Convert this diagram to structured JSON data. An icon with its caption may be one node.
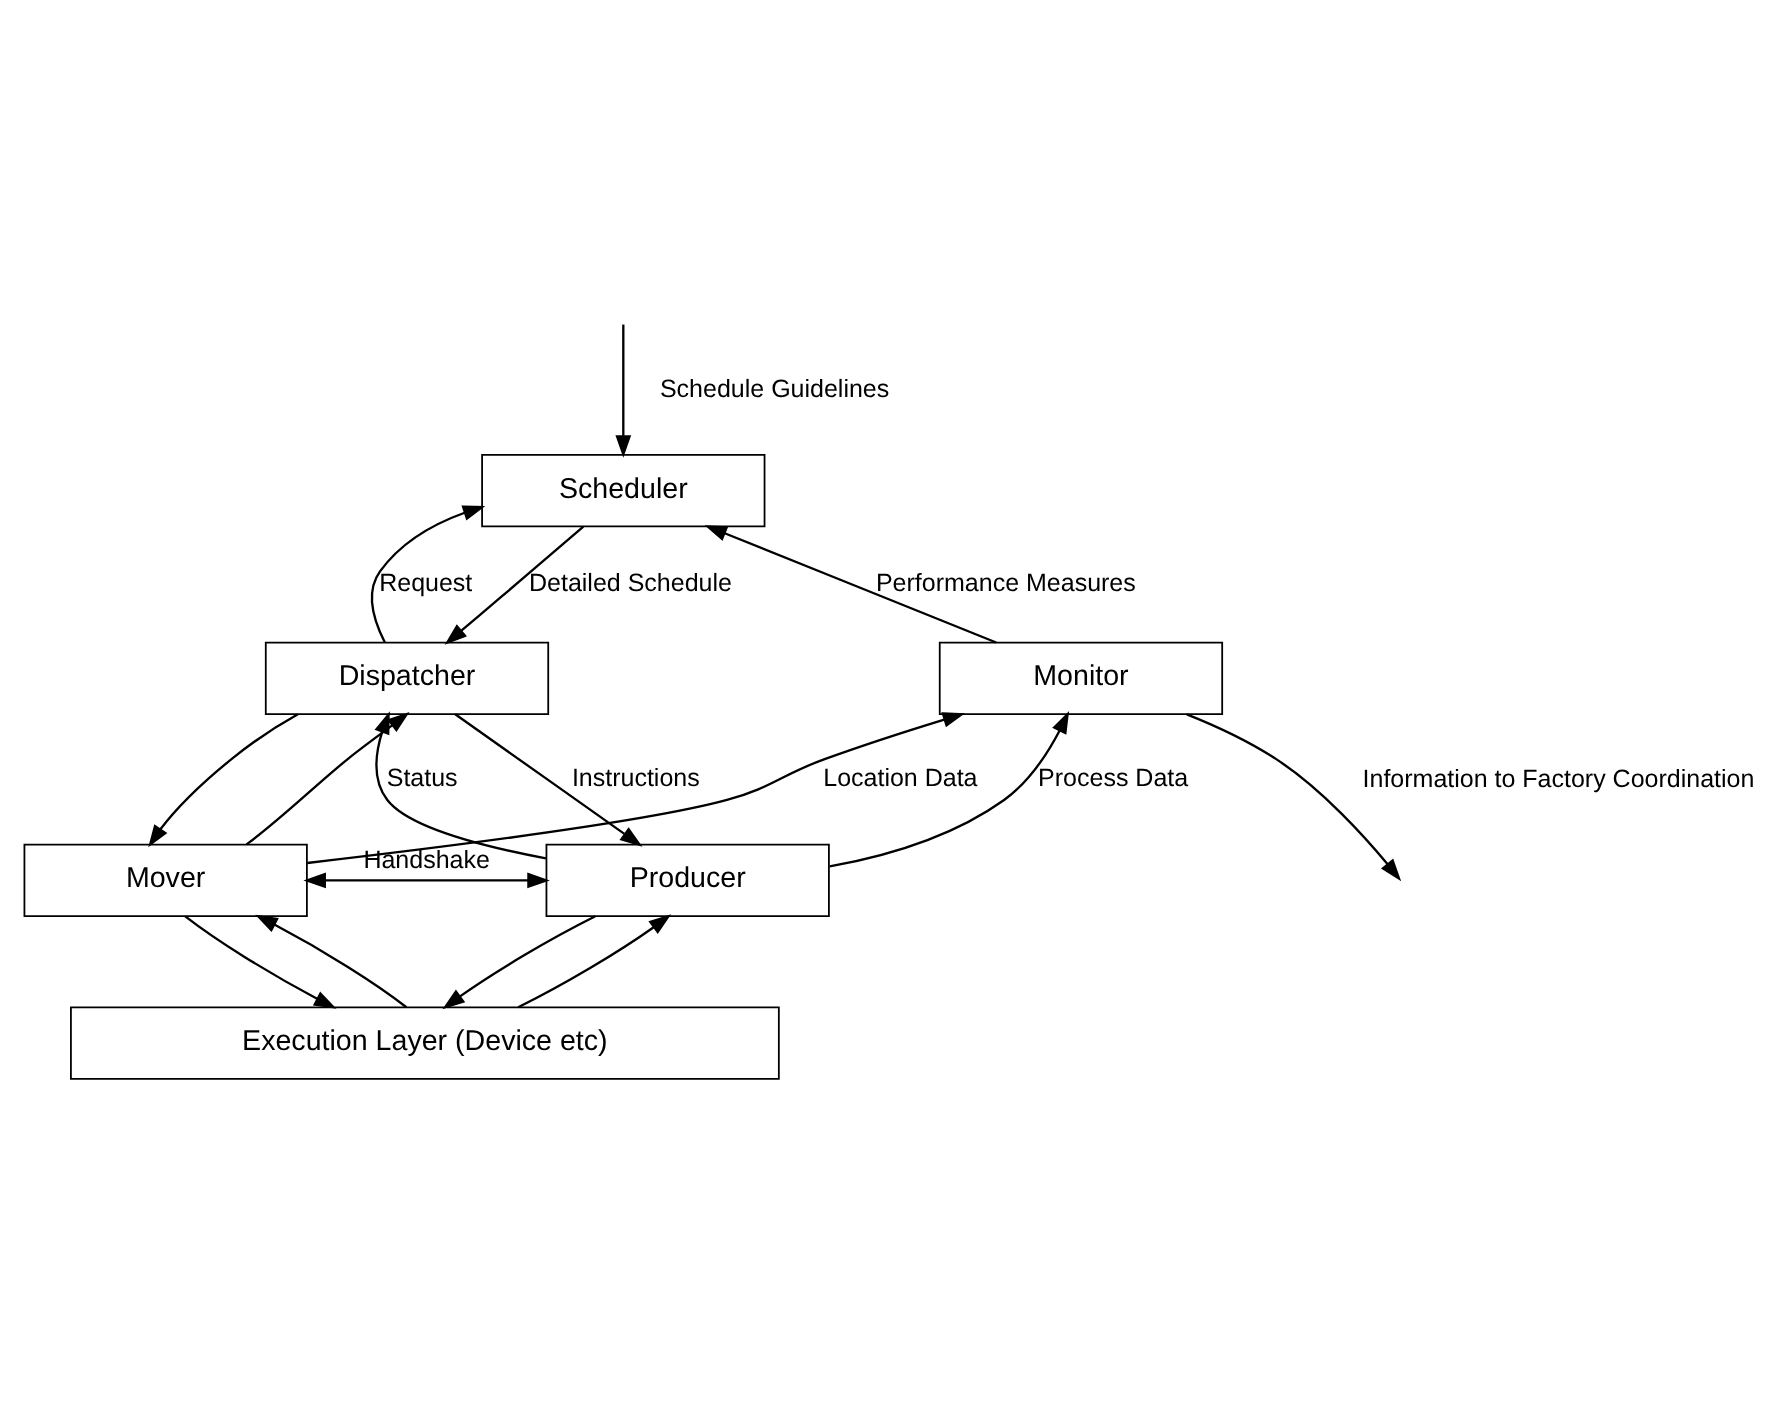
{
  "diagram": {
    "nodes": [
      {
        "text": [
          "Scheduler"
        ]
      },
      {
        "text": [
          "Monitor"
        ]
      },
      {
        "text": [
          "Dispatcher"
        ]
      },
      {
        "text": [
          "Mover"
        ]
      },
      {
        "text": [
          "Producer"
        ]
      },
      {
        "text": [
          "Execution Layer (Device etc)"
        ]
      }
    ],
    "edges": [
      {
        "from": null,
        "to": 0,
        "arrow": "to",
        "label": "Schedule Guidelines"
      },
      {
        "from": 1,
        "to": 0,
        "arrow": "to",
        "label": "Performance Measures"
      },
      {
        "from": 1,
        "to": null,
        "arrow": "to",
        "label": "Information to Factory Coordination"
      },
      {
        "from": 0,
        "to": 2,
        "arrow": "to",
        "label": "Detailed Schedule"
      },
      {
        "from": 2,
        "to": 0,
        "arrow": "to",
        "label": "Request"
      },
      {
        "from": 4,
        "to": 2,
        "arrow": "to",
        "label": "Status"
      },
      {
        "from": 3,
        "to": 1,
        "arrow": "to",
        "label": "Location Data"
      },
      {
        "from": 3,
        "to": 2,
        "arrow": "to"
      },
      {
        "from": 4,
        "to": 1,
        "arrow": "to",
        "label": "Process Data"
      },
      {
        "from": 2,
        "to": 3,
        "arrow": "to"
      },
      {
        "from": 2,
        "to": 4,
        "arrow": "to",
        "label": "Instructions"
      },
      {
        "from": 3,
        "to": 4,
        "arrow": "both",
        "label": "Handshake"
      },
      {
        "from": 3,
        "to": 5,
        "arrow": "to"
      },
      {
        "from": 5,
        "to": 3,
        "arrow": "to"
      },
      {
        "from": 4,
        "to": 5,
        "arrow": "to"
      },
      {
        "from": 5,
        "to": 4,
        "arrow": "to"
      }
    ]
  }
}
